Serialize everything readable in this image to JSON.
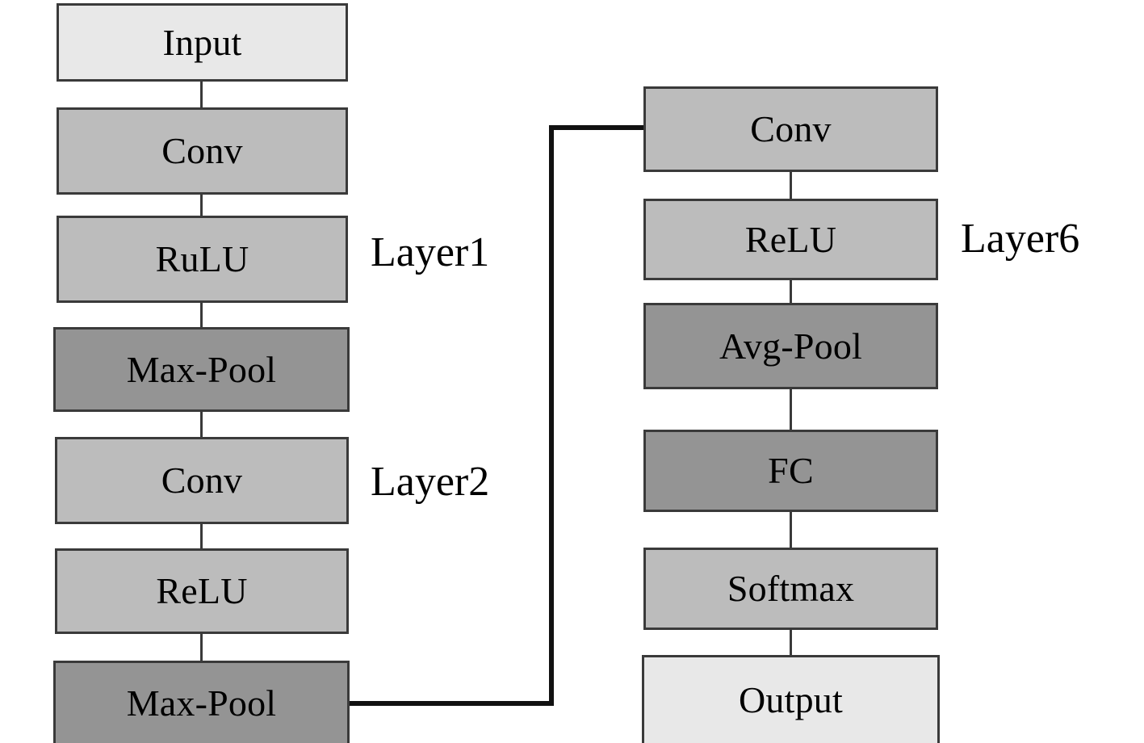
{
  "diagram": {
    "title": "Two-column CNN layer pipeline block diagram",
    "colors": {
      "fill_light": "#e8e8e8",
      "fill_medium": "#bcbcbc",
      "fill_dark": "#949494",
      "stroke": "#3a3a3a",
      "link": "#111111",
      "background": "#ffffff",
      "text": "#000000"
    },
    "left_column": {
      "nodes": [
        {
          "label": "Input",
          "shade": "light"
        },
        {
          "label": "Conv",
          "shade": "medium"
        },
        {
          "label": "RuLU",
          "shade": "medium"
        },
        {
          "label": "Max-Pool",
          "shade": "dark"
        },
        {
          "label": "Conv",
          "shade": "medium"
        },
        {
          "label": "ReLU",
          "shade": "medium"
        },
        {
          "label": "Max-Pool",
          "shade": "dark"
        }
      ]
    },
    "right_column": {
      "nodes": [
        {
          "label": "Conv",
          "shade": "medium"
        },
        {
          "label": "ReLU",
          "shade": "medium"
        },
        {
          "label": "Avg-Pool",
          "shade": "dark"
        },
        {
          "label": "FC",
          "shade": "dark"
        },
        {
          "label": "Softmax",
          "shade": "medium"
        },
        {
          "label": "Output",
          "shade": "light"
        }
      ]
    },
    "annotations": [
      {
        "text": "Layer1"
      },
      {
        "text": "Layer2"
      },
      {
        "text": "Layer6"
      }
    ]
  }
}
